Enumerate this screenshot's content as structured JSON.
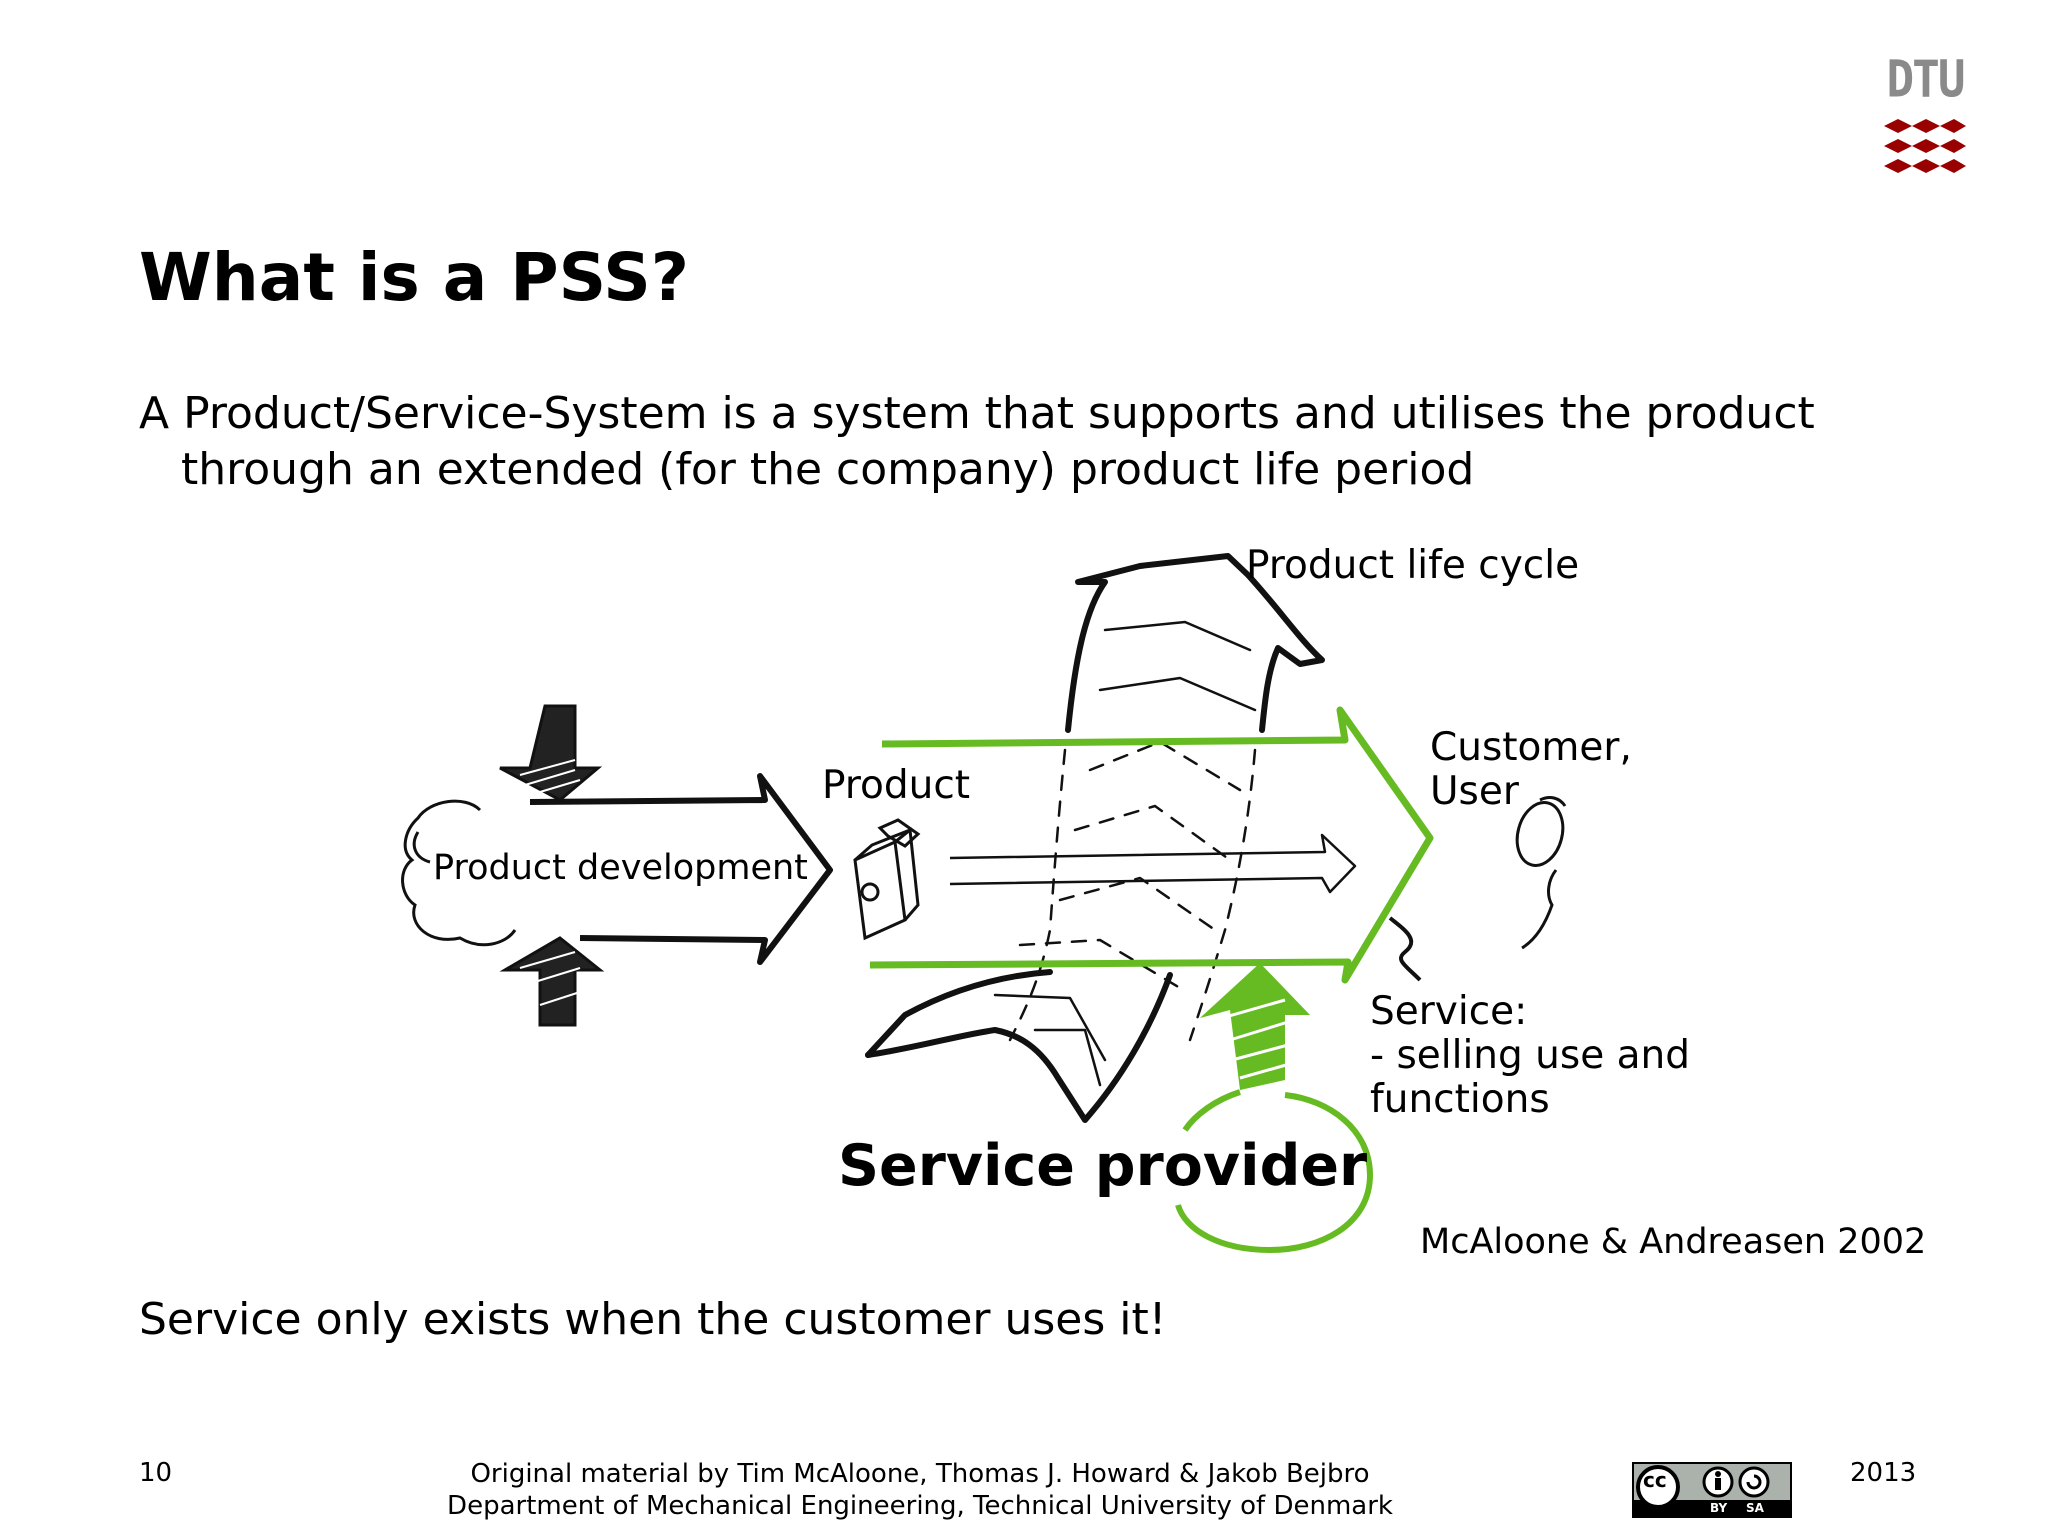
{
  "slide": {
    "title": "What is a PSS?",
    "definition_line1": "A Product/Service-System is a system that supports and utilises the product",
    "definition_line2": "through an extended (for the company) product life period",
    "note": "Service only exists when the customer uses it!"
  },
  "logo": {
    "text": "DTU",
    "color": "#990000",
    "icon": "dtu-logo-icon"
  },
  "diagram": {
    "product_life_cycle": "Product life cycle",
    "product": "Product",
    "product_development": "Product development",
    "customer_line1": "Customer,",
    "customer_line2": "User",
    "service_line1": "Service:",
    "service_line2": "- selling use and",
    "service_line3": "functions",
    "service_provider": "Service provider",
    "citation": "McAloone & Andreasen 2002",
    "accent_color": "#66bb22"
  },
  "footer": {
    "page_number": "10",
    "credit_line1": "Original material by Tim McAloone, Thomas J. Howard & Jakob Bejbro",
    "credit_line2": "Department of Mechanical Engineering, Technical University of Denmark",
    "year": "2013",
    "license_icon": "cc-by-sa-icon",
    "license_text_cc": "cc",
    "license_text_by": "BY",
    "license_text_sa": "SA"
  }
}
